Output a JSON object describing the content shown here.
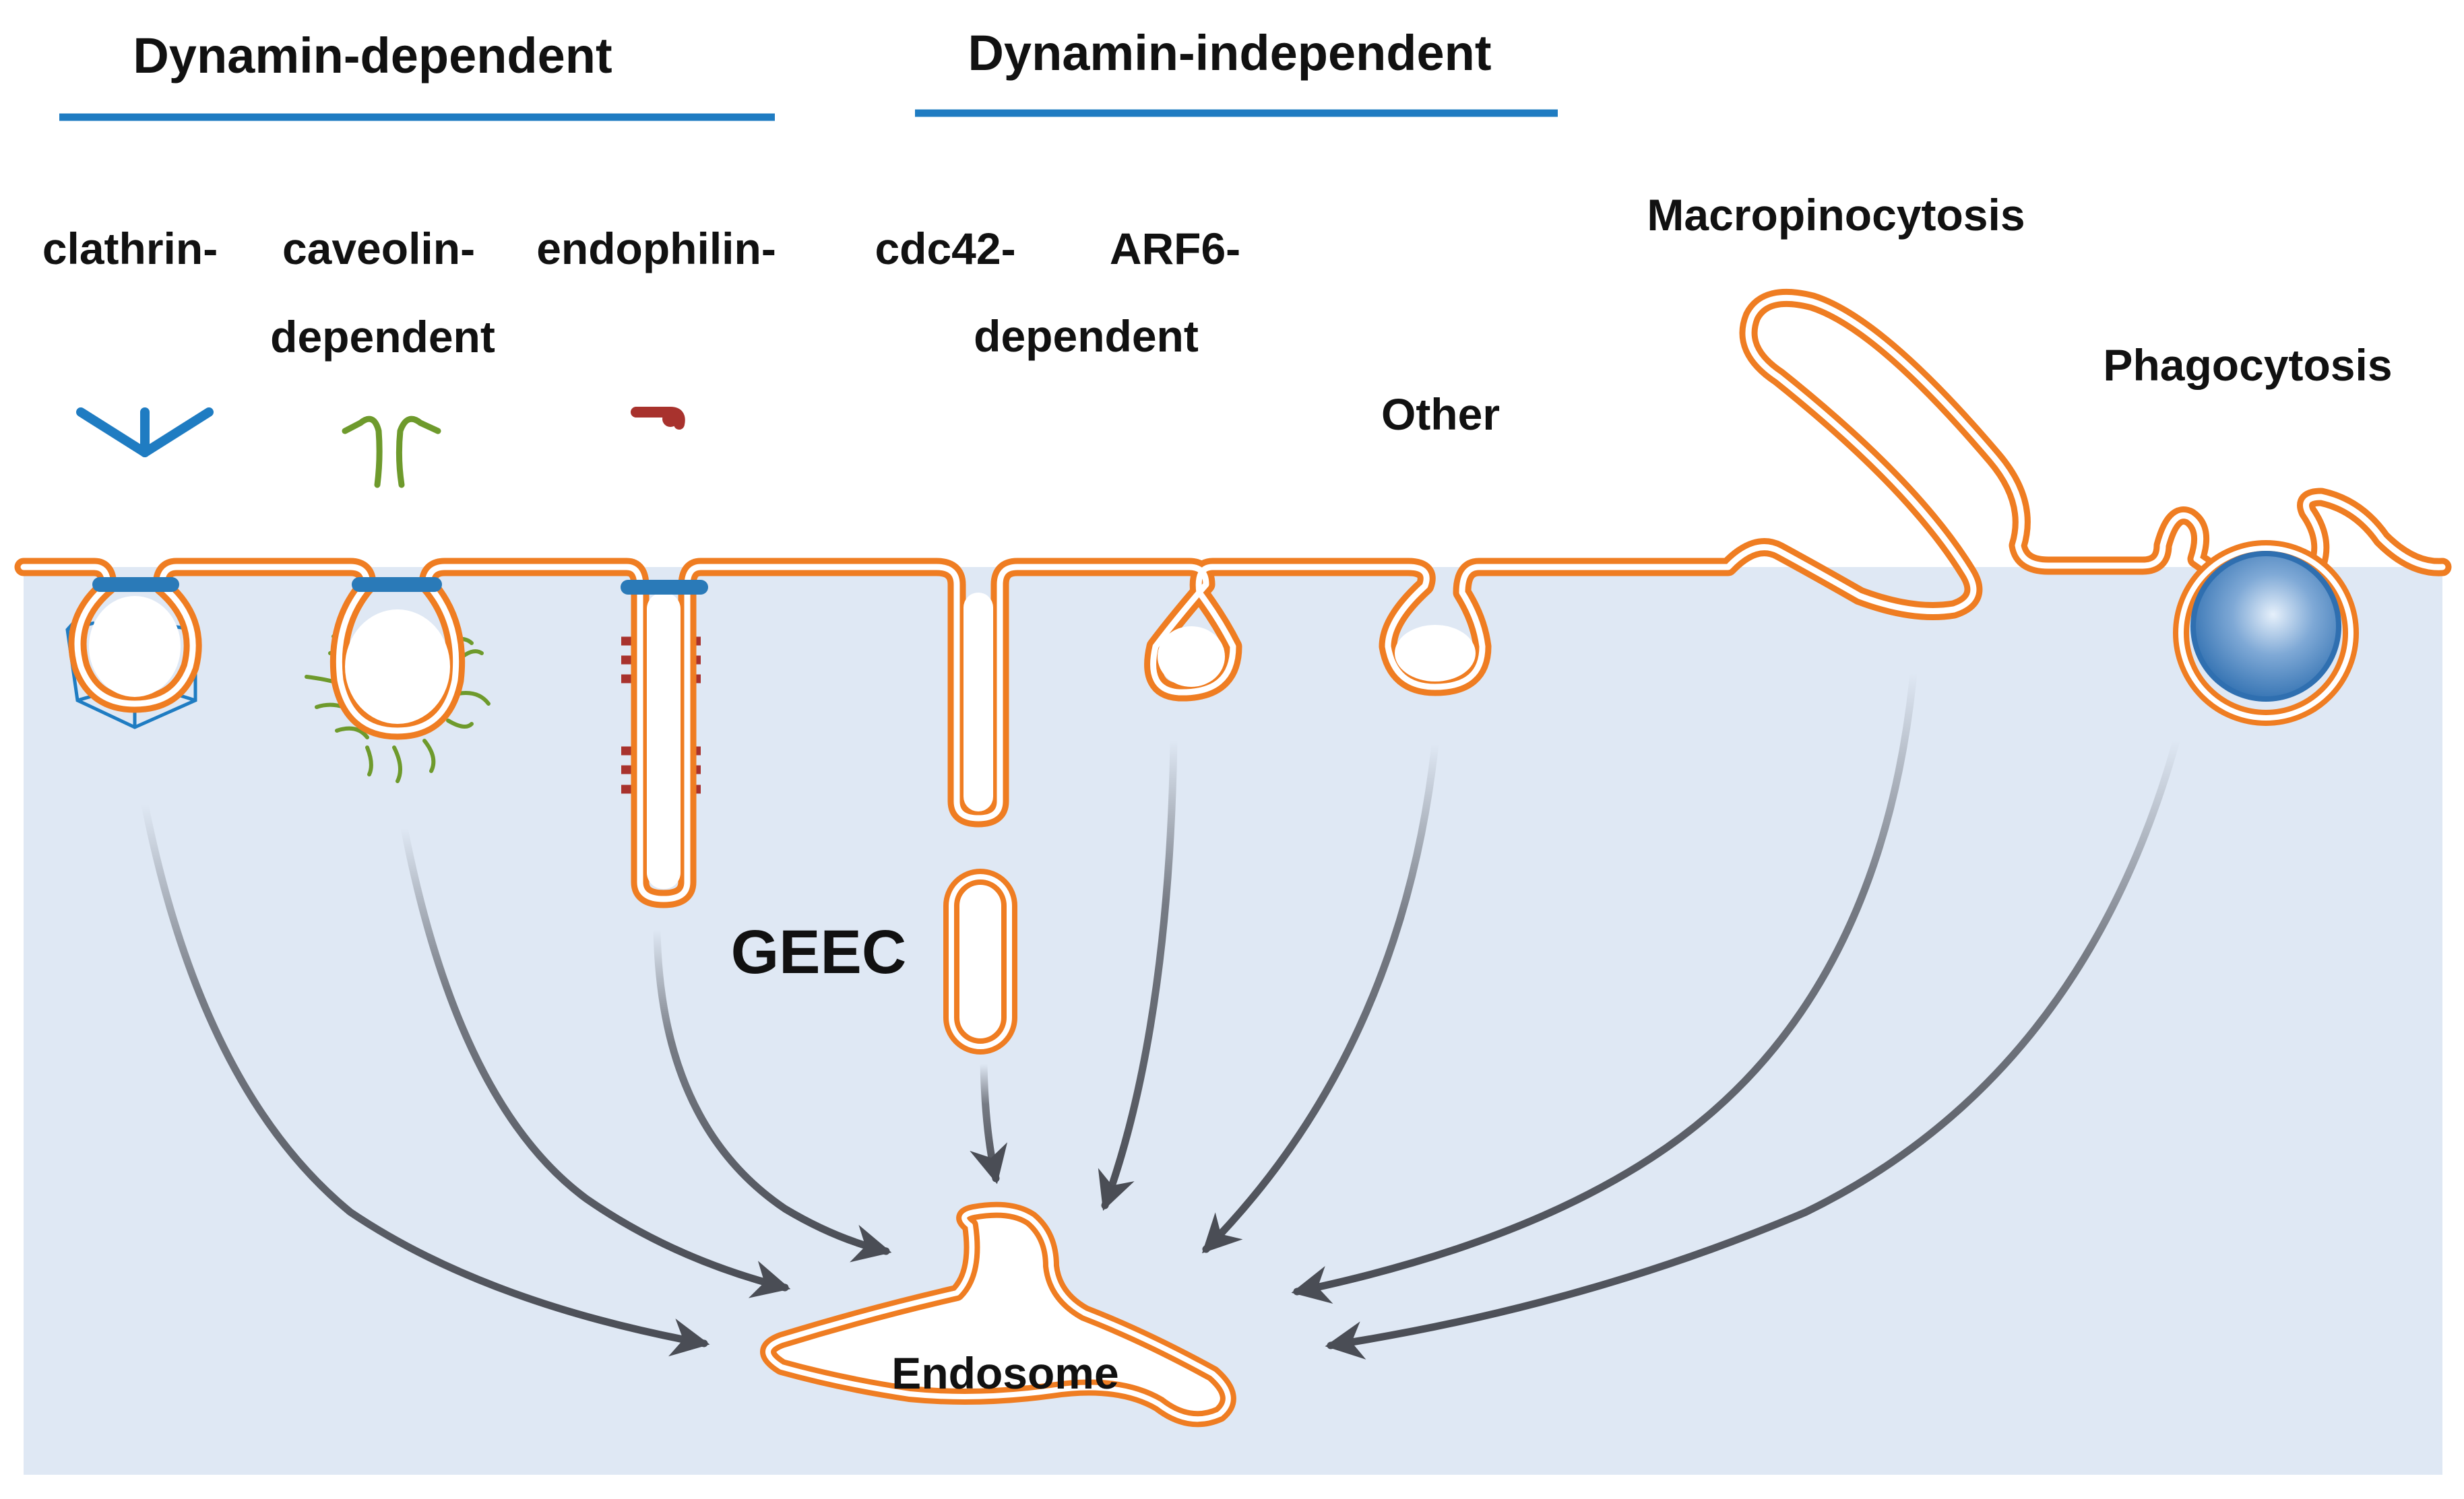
{
  "headers": {
    "dynamin_dependent": "Dynamin-dependent",
    "dynamin_independent": "Dynamin-independent"
  },
  "pathways": {
    "clathrin": "clathrin-",
    "caveolin": "caveolin-",
    "endophilin": "endophilin-",
    "dependent_left": "dependent",
    "cdc42": "cdc42-",
    "arf6": "ARF6-",
    "dependent_right": "dependent",
    "other": "Other",
    "macropinocytosis": "Macropinocytosis",
    "phagocytosis": "Phagocytosis"
  },
  "compartments": {
    "geec": "GEEC",
    "endosome": "Endosome"
  },
  "colors": {
    "cytoplasm": "#dfe8f4",
    "membrane": "#ef7d22",
    "header_line": "#1f7cc2",
    "clathrin_coat": "#1f7cc2",
    "dynamin_collar": "#2a7ab8",
    "caveolin": "#6e9a2c",
    "endophilin": "#a8322d",
    "arrow": "#4a4d55",
    "particle": "#2f6fb0"
  }
}
